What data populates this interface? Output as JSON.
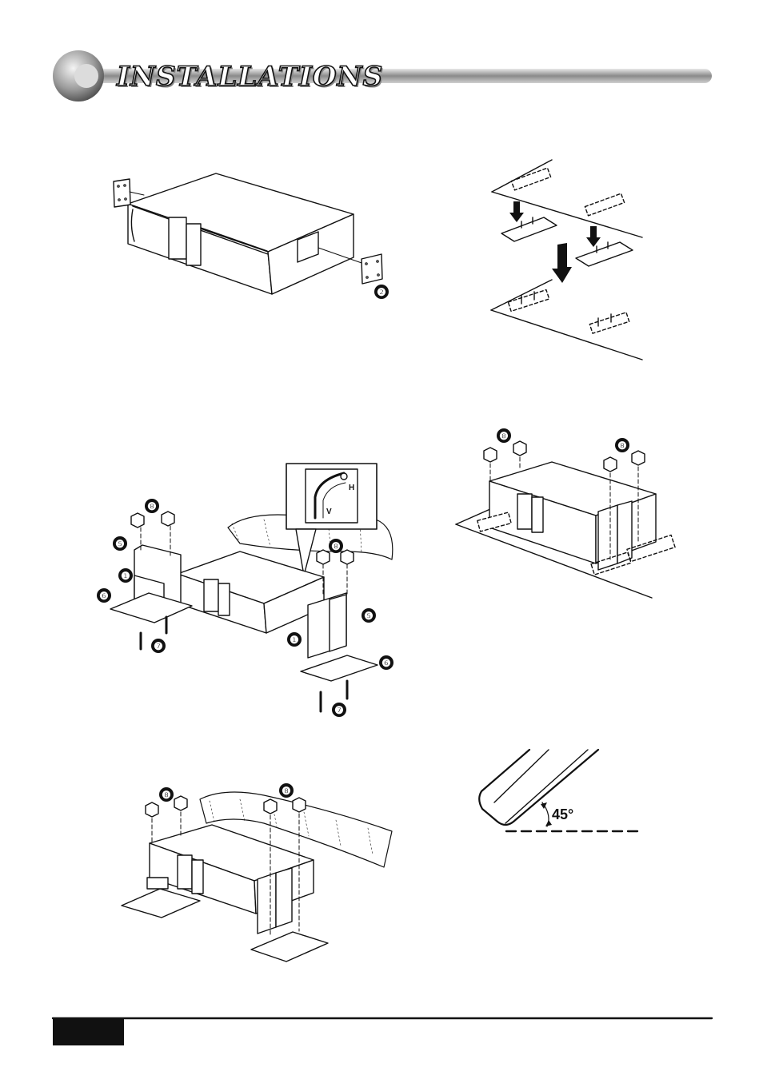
{
  "header": {
    "title": "INSTALLATIONS"
  },
  "callouts": {
    "fig1_bracket": "❷",
    "fig3_left_nuts": "❽",
    "fig3_bracket_left": "❺",
    "fig3_l_bracket_left": "❶",
    "fig3_plate_left": "❻",
    "fig3_screw_left": "❼",
    "fig3_right_nuts": "❽",
    "fig3_bracket_right": "❺",
    "fig3_l_bracket_right": "❶",
    "fig3_plate_right": "❻",
    "fig3_screw_right": "❼",
    "fig4_left_nuts": "❽",
    "fig4_right_nuts": "❽",
    "fig5_left_nuts": "❽",
    "fig5_right_nuts": "❽"
  },
  "gauge": {
    "h_label": "H",
    "v_label": "V"
  },
  "angle_label": "45°",
  "colors": {
    "ink": "#111111",
    "page_tab": "#111111",
    "header_rule": "#9a9a9a"
  }
}
